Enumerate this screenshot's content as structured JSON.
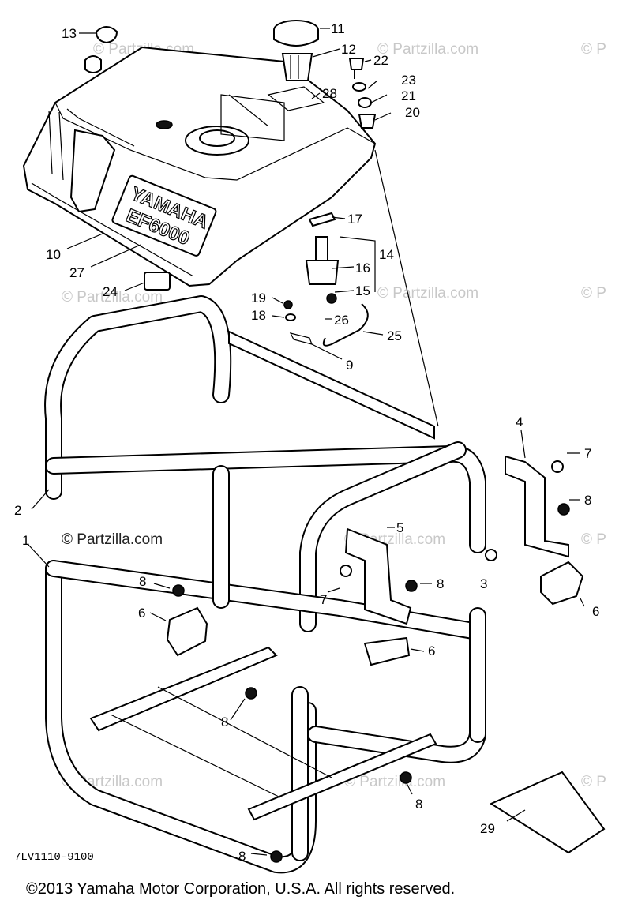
{
  "diagram": {
    "brand_text": "YAMAHA",
    "model_text": "EF6000",
    "drawing_code": "7LV1110-9100",
    "copyright": "©2013 Yamaha Motor Corporation, U.S.A. All rights reserved.",
    "watermark": "© Partzilla.com",
    "watermark_short": "© P",
    "callouts": {
      "c1": "1",
      "c2": "2",
      "c3": "3",
      "c4": "4",
      "c5": "5",
      "c6a": "6",
      "c6b": "6",
      "c6c": "6",
      "c7a": "7",
      "c7b": "7",
      "c8a": "8",
      "c8b": "8",
      "c8c": "8",
      "c8d": "8",
      "c8e": "8",
      "c8f": "8",
      "c9": "9",
      "c10": "10",
      "c11": "11",
      "c12": "12",
      "c13": "13",
      "c14": "14",
      "c15": "15",
      "c16": "16",
      "c17": "17",
      "c18": "18",
      "c19": "19",
      "c20": "20",
      "c21": "21",
      "c22": "22",
      "c23": "23",
      "c24": "24",
      "c25": "25",
      "c26": "26",
      "c27": "27",
      "c28": "28",
      "c29": "29"
    }
  }
}
